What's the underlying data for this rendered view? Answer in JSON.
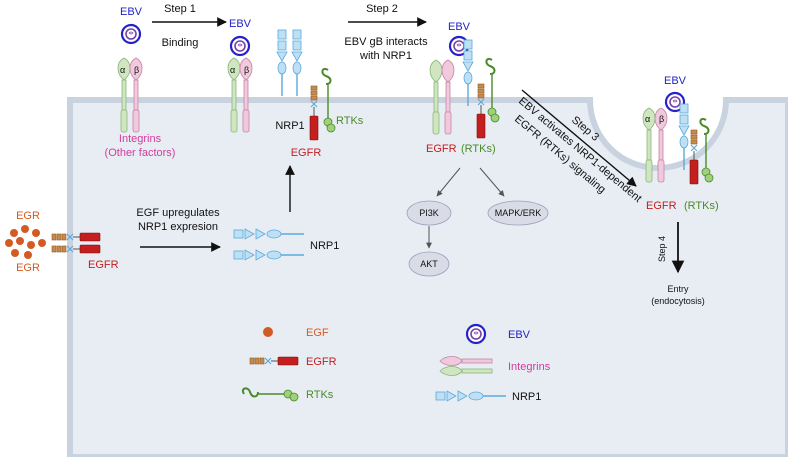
{
  "colors": {
    "cell": "#e8edf4",
    "membrane": "#c9d3e0",
    "ebv_text": "#2323c8",
    "integrin_text": "#d23c9b",
    "egfr": "#c41e1e",
    "egf": "#d45a24",
    "rtk": "#4a8a2a",
    "nrp1": "#5aa9dc",
    "integrin_alpha": "#cfe6c0",
    "integrin_beta": "#f1c9dd",
    "node": "#d9dbe6"
  },
  "labels": {
    "ebv": "EBV",
    "step1": "Step 1",
    "binding": "Binding",
    "step2": "Step 2",
    "step2_line1": "EBV gB interacts",
    "step2_line2": "with NRP1",
    "step3": "Step 3",
    "step3_line1": "EBV activates NRP1-dependent",
    "step3_line2": "EGFR (RTKs) signaling",
    "step4": "Step 4",
    "integrins": "Integrins",
    "other_factors": "(Other factors)",
    "nrp1": "NRP1",
    "rtks": "RTKs",
    "egfr": "EGFR",
    "egfr_rtks_egfr": "EGFR",
    "egfr_rtks_rtks": "(RTKs)",
    "egr": "EGR",
    "egf_up_line1": "EGF upregulates",
    "egf_up_line2": "NRP1 expresion",
    "pi3k": "PI3K",
    "mapk": "MAPK/ERK",
    "akt": "AKT",
    "entry": "Entry",
    "endocytosis": "(endocytosis)",
    "alpha": "α",
    "beta": "β"
  },
  "legend": {
    "egf": "EGF",
    "egfr": "EGFR",
    "rtks": "RTKs",
    "ebv": "EBV",
    "integrins": "Integrins",
    "nrp1": "NRP1"
  }
}
